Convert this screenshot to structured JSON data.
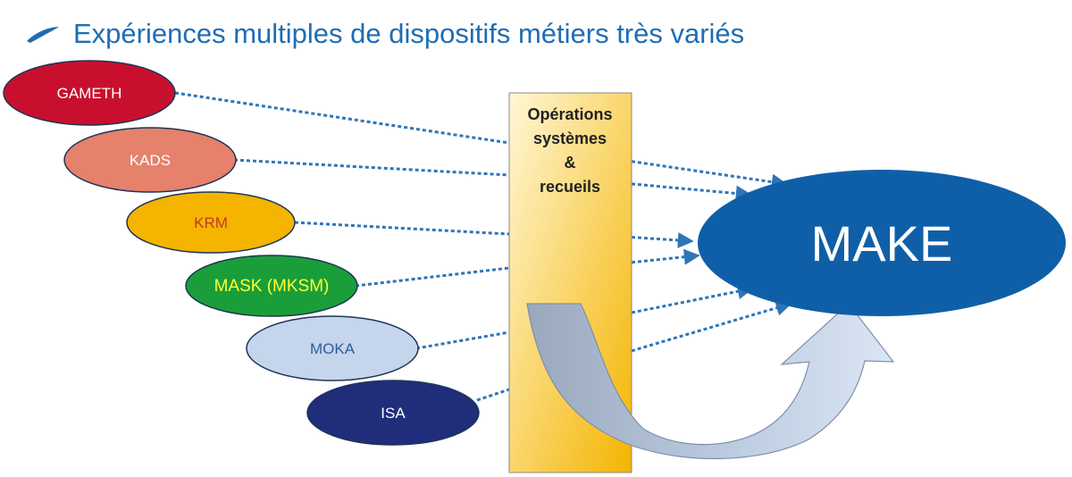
{
  "title": "Expériences multiples de dispositifs métiers très variés",
  "colors": {
    "title": "#1f6db5",
    "arrow": "#2e75b6",
    "make_fill": "#0f5fa8",
    "box_top": "#fff7d6",
    "box_bottom": "#f4b400"
  },
  "methods": [
    {
      "label": "GAMETH",
      "fill": "#c8102e",
      "text": "#ffffff"
    },
    {
      "label": "KADS",
      "fill": "#e6816b",
      "text": "#ffffff"
    },
    {
      "label": "KRM",
      "fill": "#f4b400",
      "text": "#c0392b"
    },
    {
      "label": "MASK (MKSM)",
      "fill": "#1a9e3a",
      "text": "#ffff33"
    },
    {
      "label": "MOKA",
      "fill": "#c5d5ec",
      "text": "#2e5d99"
    },
    {
      "label": "ISA",
      "fill": "#1f2d7a",
      "text": "#ffffff"
    }
  ],
  "process_box": {
    "lines": [
      "Opérations",
      "systèmes",
      "&",
      "recueils"
    ]
  },
  "target": {
    "label": "MAKE"
  }
}
